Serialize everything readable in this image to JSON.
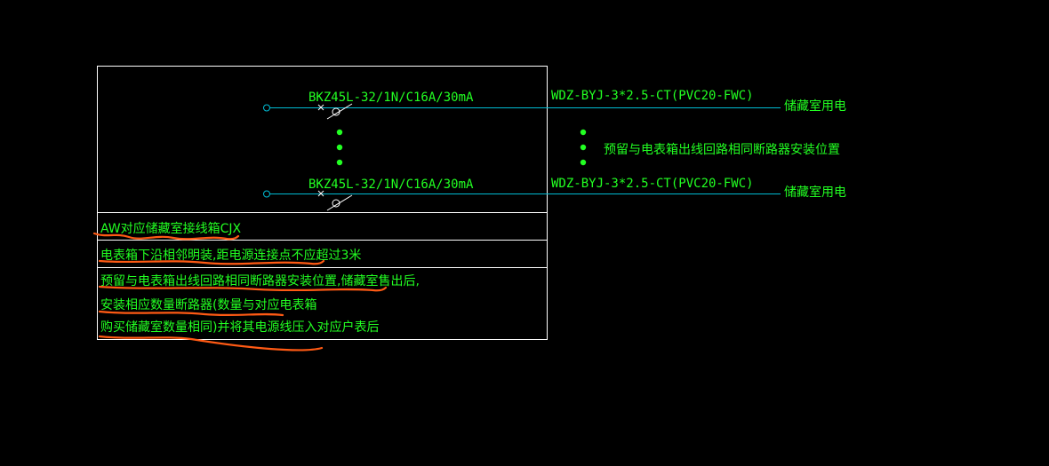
{
  "colors": {
    "background": "#000000",
    "frame": "#ffffff",
    "wire": "#00bcd4",
    "text": "#22ff22",
    "annotation": "#ff5a14"
  },
  "circuits": {
    "top": {
      "breaker": "BKZ45L-32/1N/C16A/30mA",
      "cable": "WDZ-BYJ-3*2.5-CT(PVC20-FWC)",
      "load": "储藏室用电"
    },
    "bottom": {
      "breaker": "BKZ45L-32/1N/C16A/30mA",
      "cable": "WDZ-BYJ-3*2.5-CT(PVC20-FWC)",
      "load": "储藏室用电"
    },
    "reserved_note": "预留与电表箱出线回路相同断路器安装位置"
  },
  "notes": {
    "line1": "AW对应储藏室接线箱CJX",
    "line2": "电表箱下沿相邻明装,距电源连接点不应超过3米",
    "line3": "预留与电表箱出线回路相同断路器安装位置,储藏室售出后,",
    "line4": "安装相应数量断路器(数量与对应电表箱",
    "line5": "购买储藏室数量相同)并将其电源线压入对应户表后"
  }
}
